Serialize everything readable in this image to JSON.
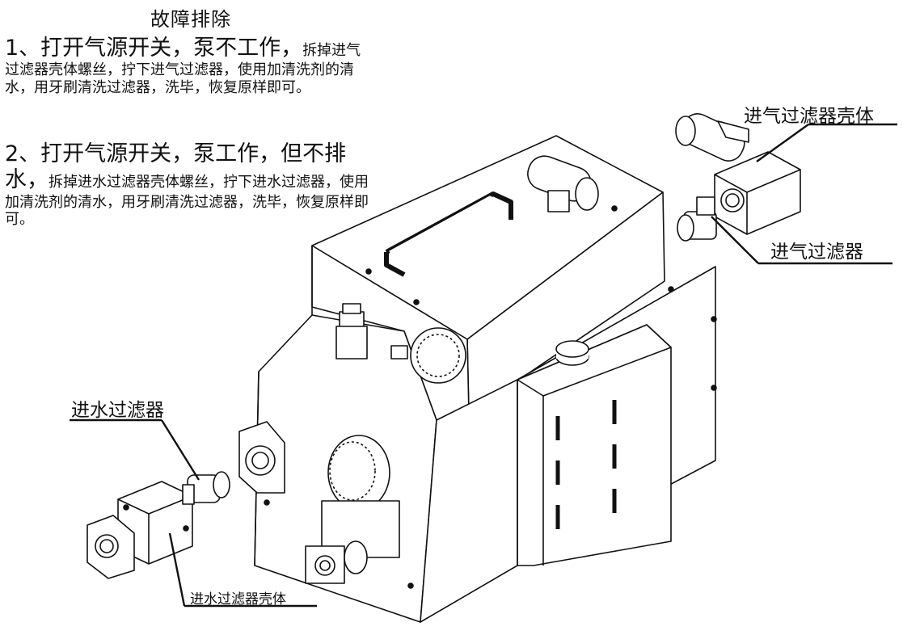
{
  "title": "故障排除",
  "para1": {
    "lead": "1、打开气源开关，泵不工作，",
    "body": "拆掉进气过滤器壳体螺丝，拧下进气过滤器，使用加清洗剂的清水，用牙刷清洗过滤器，洗毕，恢复原样即可。"
  },
  "para2": {
    "lead": "2、打开气源开关，泵工作，但不排水，",
    "body": "拆掉进水过滤器壳体螺丝，拧下进水过滤器，使用加清洗剂的清水，用牙刷清洗过滤器，洗毕，恢复原样即可。"
  },
  "labels": {
    "air_filter_housing": "进气过滤器壳体",
    "air_filter": "进气过滤器",
    "water_filter": "进水过滤器",
    "water_filter_housing": "进水过滤器壳体"
  }
}
